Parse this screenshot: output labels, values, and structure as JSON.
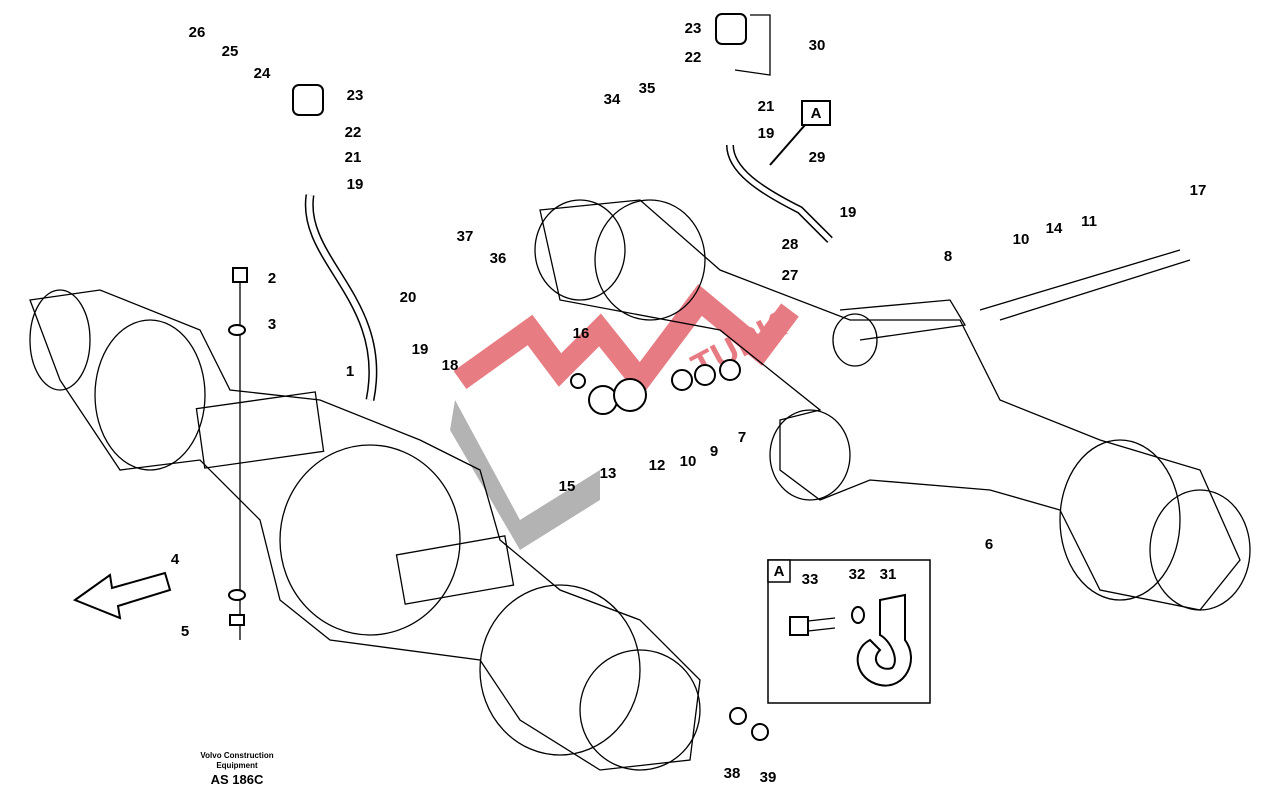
{
  "callouts": [
    "26",
    "25",
    "24",
    "23",
    "22",
    "21",
    "19",
    "2",
    "3",
    "20",
    "1",
    "19",
    "18",
    "4",
    "5",
    "38",
    "39",
    "23",
    "30",
    "22",
    "34",
    "35",
    "21",
    "19",
    "29",
    "19",
    "28",
    "27",
    "37",
    "36",
    "8",
    "10",
    "14",
    "11",
    "17",
    "16",
    "15",
    "13",
    "12",
    "10",
    "9",
    "7",
    "6",
    "33",
    "32",
    "31"
  ],
  "view_marker": "A",
  "inset_marker": "A",
  "credit_line1": "Volvo Construction",
  "credit_line2": "Equipment",
  "drawing_code": "AS 186C",
  "watermark": "TURK İŞ MAKİNA",
  "colors": {
    "watermark_red": "#e0505a",
    "watermark_grey": "#9a9a9a"
  }
}
